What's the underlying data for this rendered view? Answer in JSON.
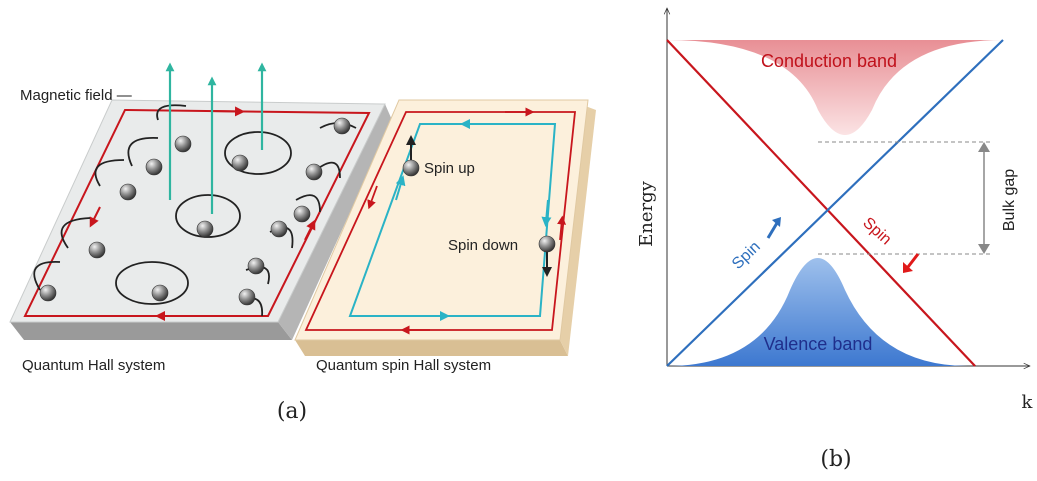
{
  "panel_a": {
    "caption": "(a)",
    "magnetic_field_label": "Magnetic field —",
    "spin_up_label": "Spin up",
    "spin_down_label": "Spin down",
    "quantum_hall_label": "Quantum Hall system",
    "quantum_spin_hall_label": "Quantum spin Hall system"
  },
  "panel_b": {
    "caption": "(b)",
    "y_axis_label": "Energy",
    "x_axis_label": "k",
    "conduction_band_label": "Conduction band",
    "valence_band_label": "Valence band",
    "bulk_gap_label": "Bulk gap",
    "spin_left_label": "Spin",
    "spin_right_label": "Spin"
  },
  "colors": {
    "red_edge": "#c8161d",
    "cyan_edge": "#2ab3c6",
    "field_arrow": "#2fb5a0",
    "blue_line": "#2e6fbd",
    "red_line": "#c8161d",
    "label_red": "#c0111b",
    "label_blue": "#1f2f8c"
  }
}
